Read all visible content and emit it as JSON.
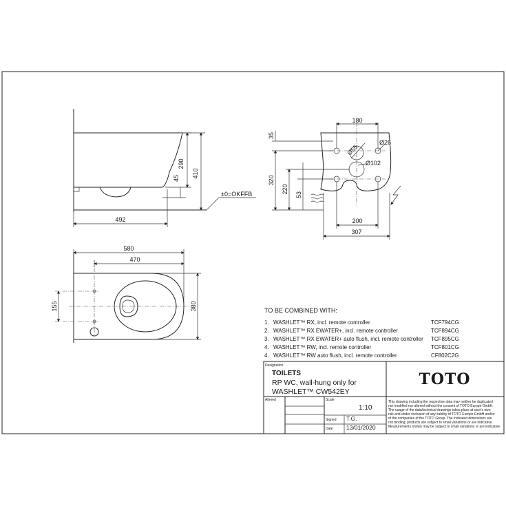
{
  "side_view": {
    "dims": {
      "height_total": "410",
      "height_top": "290",
      "height_low": "45",
      "length": "492"
    },
    "floor_label": "±0=OKFFB"
  },
  "front_view": {
    "dims": {
      "top_width": "180",
      "v_top": "35",
      "hole_small": "Ø26",
      "hole_mid": "Ø55",
      "hole_big": "Ø102",
      "v_320": "320",
      "v_220": "220",
      "v_53": "53",
      "w_200": "200",
      "w_307": "307"
    }
  },
  "plan_view": {
    "dims": {
      "outer_width": "580",
      "inner_width": "470",
      "depth": "380",
      "bolt_spacing": "155"
    }
  },
  "combine": {
    "title": "TO BE COMBINED WITH:",
    "items": [
      {
        "num": "1.",
        "text": "WASHLET™ RX, incl. remote controller",
        "code": "TCF794CG"
      },
      {
        "num": "2.",
        "text": "WASHLET™ RX EWATER+, incl. remote controller",
        "code": "TCF894CG"
      },
      {
        "num": "3.",
        "text": "WASHLET™ RX EWATER+ auto flush, incl. remote controller",
        "code": "TCF895CG"
      },
      {
        "num": "4.",
        "text": "WASHLET™ RW, incl. remote controller",
        "code": "TCF801CG"
      },
      {
        "num": "4.",
        "text": "WASHLET™ RW auto flush, incl. remote controller",
        "code": "CF802C2G"
      }
    ]
  },
  "title_block": {
    "designation_label": "Designation",
    "heading": "TOILETS",
    "line1": "RP WC, wall-hung only for",
    "line2": "WASHLET™ CW542EY",
    "logo": "TOTO",
    "altered_label": "Altered",
    "scale_label": "Scale",
    "scale_value": "1:10",
    "signed_label": "Signed",
    "signed_value": "T.G.",
    "date_label": "Date",
    "date_value": "13/01/2020",
    "disclaimer": [
      "This drawing including the respective data may neither be duplicated",
      "nor modified nor altered without the consent of TOTO Europe GmbH.",
      "The usage of the data/technical drawings takes place at user's own",
      "risk and under exclusion of any liability of TOTO Europe GmbH and/or",
      "of the companies of the TOTO Group. The indicated dimensions are",
      "not binding; products are subject to small variations or are indicative.",
      "Measurements shown may be subject to small variations or are indicative."
    ]
  }
}
